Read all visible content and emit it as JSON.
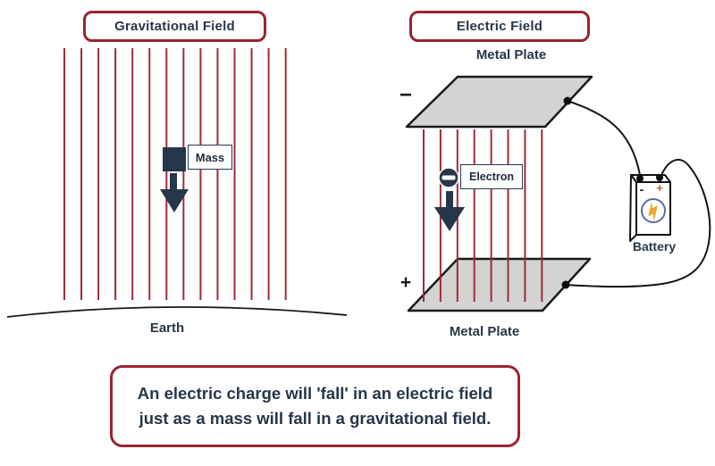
{
  "colors": {
    "accent_red": "#9a2430",
    "field_line_red": "#9e2b38",
    "navy": "#27374b",
    "plate_gray": "#d3d3d3",
    "wire_black": "#141414",
    "battery_ring_blue": "#5c6b9e",
    "bolt_orange": "#eca62f",
    "plus_orange": "#c06532"
  },
  "gravitational_panel": {
    "title": "Gravitational Field",
    "field_line_count": 14,
    "mass_label": "Mass",
    "earth_label": "Earth"
  },
  "electric_panel": {
    "title": "Electric Field",
    "top_plate_label": "Metal Plate",
    "bottom_plate_label": "Metal Plate",
    "top_plate_sign": "−",
    "bottom_plate_sign": "+",
    "field_line_count": 8,
    "electron_label": "Electron",
    "battery": {
      "label": "Battery",
      "negative_terminal_sign": "-",
      "positive_terminal_sign": "+"
    }
  },
  "caption": {
    "line1": "An electric charge will 'fall' in an electric field",
    "line2": "just as a mass will fall in a gravitational field."
  }
}
